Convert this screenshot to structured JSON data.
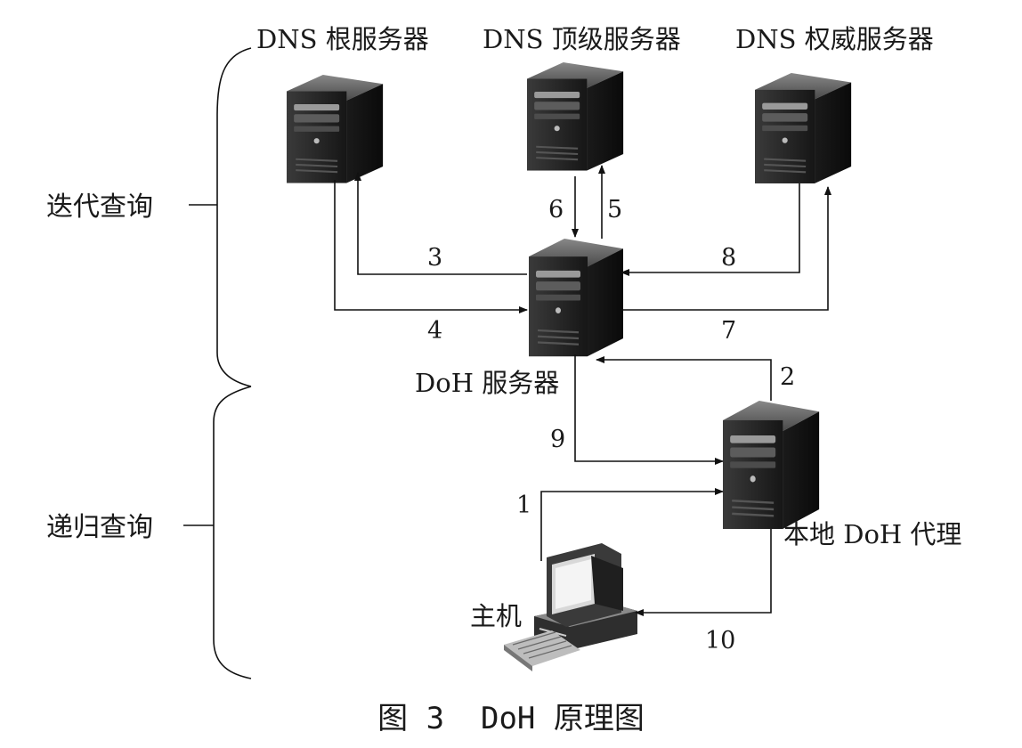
{
  "nodes": {
    "root": {
      "label": "DNS 根服务器",
      "icon": "server-icon"
    },
    "tld": {
      "label": "DNS 顶级服务器",
      "icon": "server-icon"
    },
    "auth": {
      "label": "DNS 权威服务器",
      "icon": "server-icon"
    },
    "doh": {
      "label": "DoH 服务器",
      "icon": "server-icon"
    },
    "proxy": {
      "label": "本地 DoH 代理",
      "icon": "server-icon"
    },
    "host": {
      "label": "主机",
      "icon": "desktop-computer-icon"
    }
  },
  "steps": [
    "1",
    "2",
    "3",
    "4",
    "5",
    "6",
    "7",
    "8",
    "9",
    "10"
  ],
  "groups": {
    "iterative": "迭代查询",
    "recursive": "递归查询"
  },
  "caption": "图 3  DoH 原理图",
  "colors": {
    "line": "#111111",
    "server_dark": "#2b2b2b",
    "server_light": "#6a6a6a"
  }
}
